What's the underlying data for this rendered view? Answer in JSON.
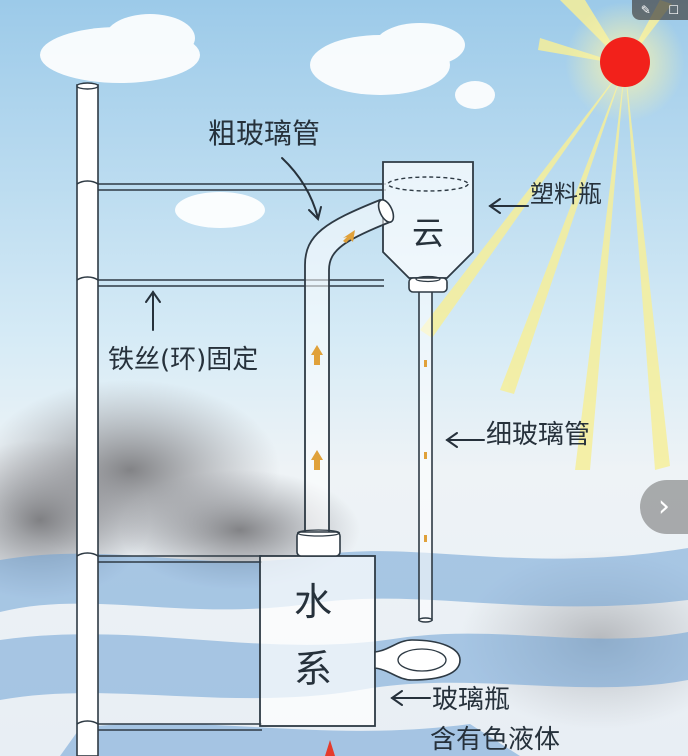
{
  "labels": {
    "thick_tube": "粗玻璃管",
    "plastic_bottle": "塑料瓶",
    "cloud": "云",
    "wire_ring": "铁丝(环)固定",
    "thin_tube": "细玻璃管",
    "water_system": [
      "水",
      "系"
    ],
    "glass_bottle": "玻璃瓶",
    "colored_liquid": "含有色液体"
  },
  "controls": {
    "pin_icon": "✎",
    "maximize_icon": "☐",
    "next_icon": "›"
  },
  "colors": {
    "sky_top": "#9fcbea",
    "sun": "#f2211b",
    "arrow": "#e0a13a",
    "line": "#2e3a44"
  }
}
